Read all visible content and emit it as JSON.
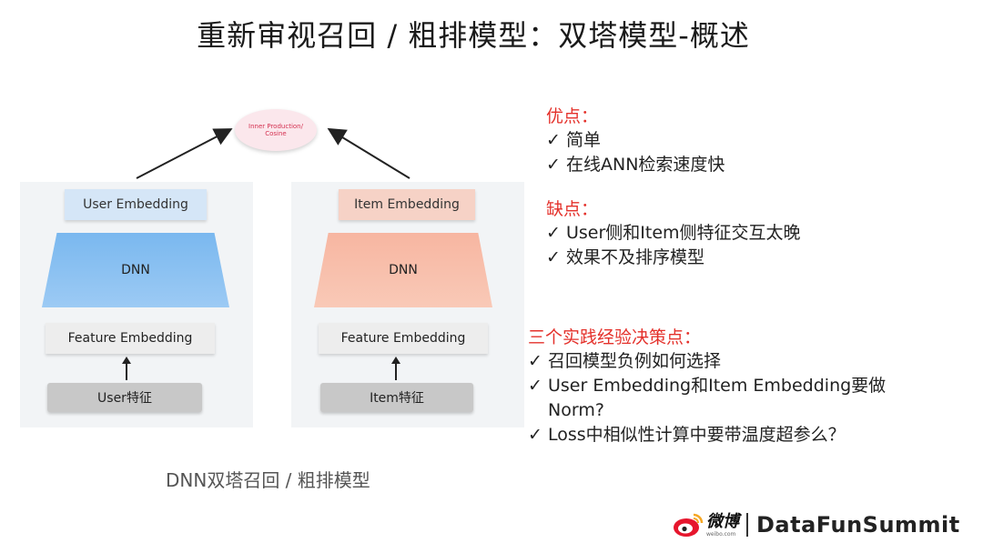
{
  "title": "重新审视召回 / 粗排模型：双塔模型-概述",
  "diagram": {
    "top_node": {
      "line1": "Inner Production/",
      "line2": "Cosine"
    },
    "left": {
      "top": "User Embedding",
      "dnn": "DNN",
      "feature": "Feature Embedding",
      "raw": "User特征"
    },
    "right": {
      "top": "Item Embedding",
      "dnn": "DNN",
      "feature": "Feature Embedding",
      "raw": "Item特征"
    },
    "caption": "DNN双塔召回 / 粗排模型"
  },
  "pros": {
    "heading": "优点：",
    "items": [
      "简单",
      "在线ANN检索速度快"
    ]
  },
  "cons": {
    "heading": "缺点：",
    "items": [
      "User侧和Item侧特征交互太晚",
      "效果不及排序模型"
    ]
  },
  "practice": {
    "heading": "三个实践经验决策点：",
    "items": [
      "召回模型负例如何选择",
      "User Embedding和Item Embedding要做Norm?",
      "Loss中相似性计算中要带温度超参么？"
    ]
  },
  "check_mark": "✓",
  "logo": {
    "weibo_cn": "微博",
    "weibo_en": "weibo.com",
    "brand": "DataFunSummit"
  },
  "colors": {
    "accent_red": "#e4312b",
    "user_blue": "#7ab8ef",
    "item_salmon": "#f7b6a1"
  }
}
